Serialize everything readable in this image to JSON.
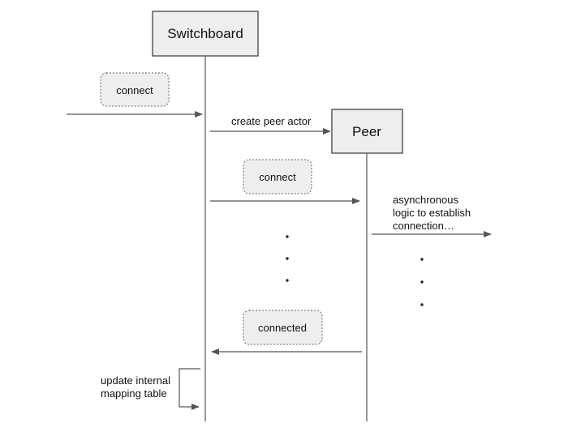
{
  "actors": {
    "switchboard": "Switchboard",
    "peer": "Peer"
  },
  "messages": {
    "connect_incoming": "connect",
    "connect_to_peer": "connect",
    "connected": "connected"
  },
  "arrow_labels": {
    "create_peer_actor": "create peer actor"
  },
  "notes": {
    "async_lines": [
      "asynchronous",
      "logic to establish",
      "connection…"
    ],
    "update_lines": [
      "update internal",
      "mapping table"
    ]
  },
  "colors": {
    "box_fill": "#eeeeee",
    "line": "#555555"
  }
}
